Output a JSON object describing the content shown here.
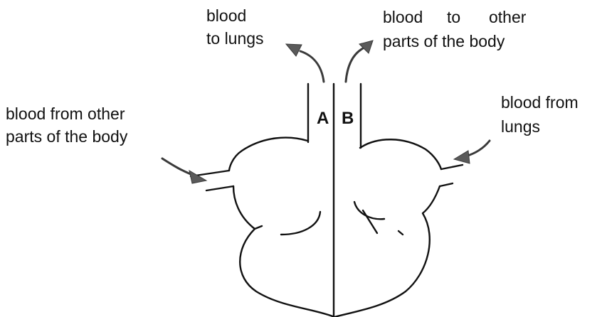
{
  "labels": {
    "blood_to_lungs_line1": "blood",
    "blood_to_lungs_line2": "to lungs",
    "blood_to_body_line1_word1": "blood",
    "blood_to_body_line1_word2": "to",
    "blood_to_body_line1_word3": "other",
    "blood_to_body_line2": "parts of the body",
    "blood_from_body_line1": "blood from other",
    "blood_from_body_line2": "parts of the body",
    "blood_from_lungs_line1": "blood from",
    "blood_from_lungs_line2": "lungs",
    "vessel_a": "A",
    "vessel_b": "B"
  },
  "colors": {
    "outline": "#111111",
    "arrow": "#5a5a5a",
    "background": "#ffffff"
  }
}
